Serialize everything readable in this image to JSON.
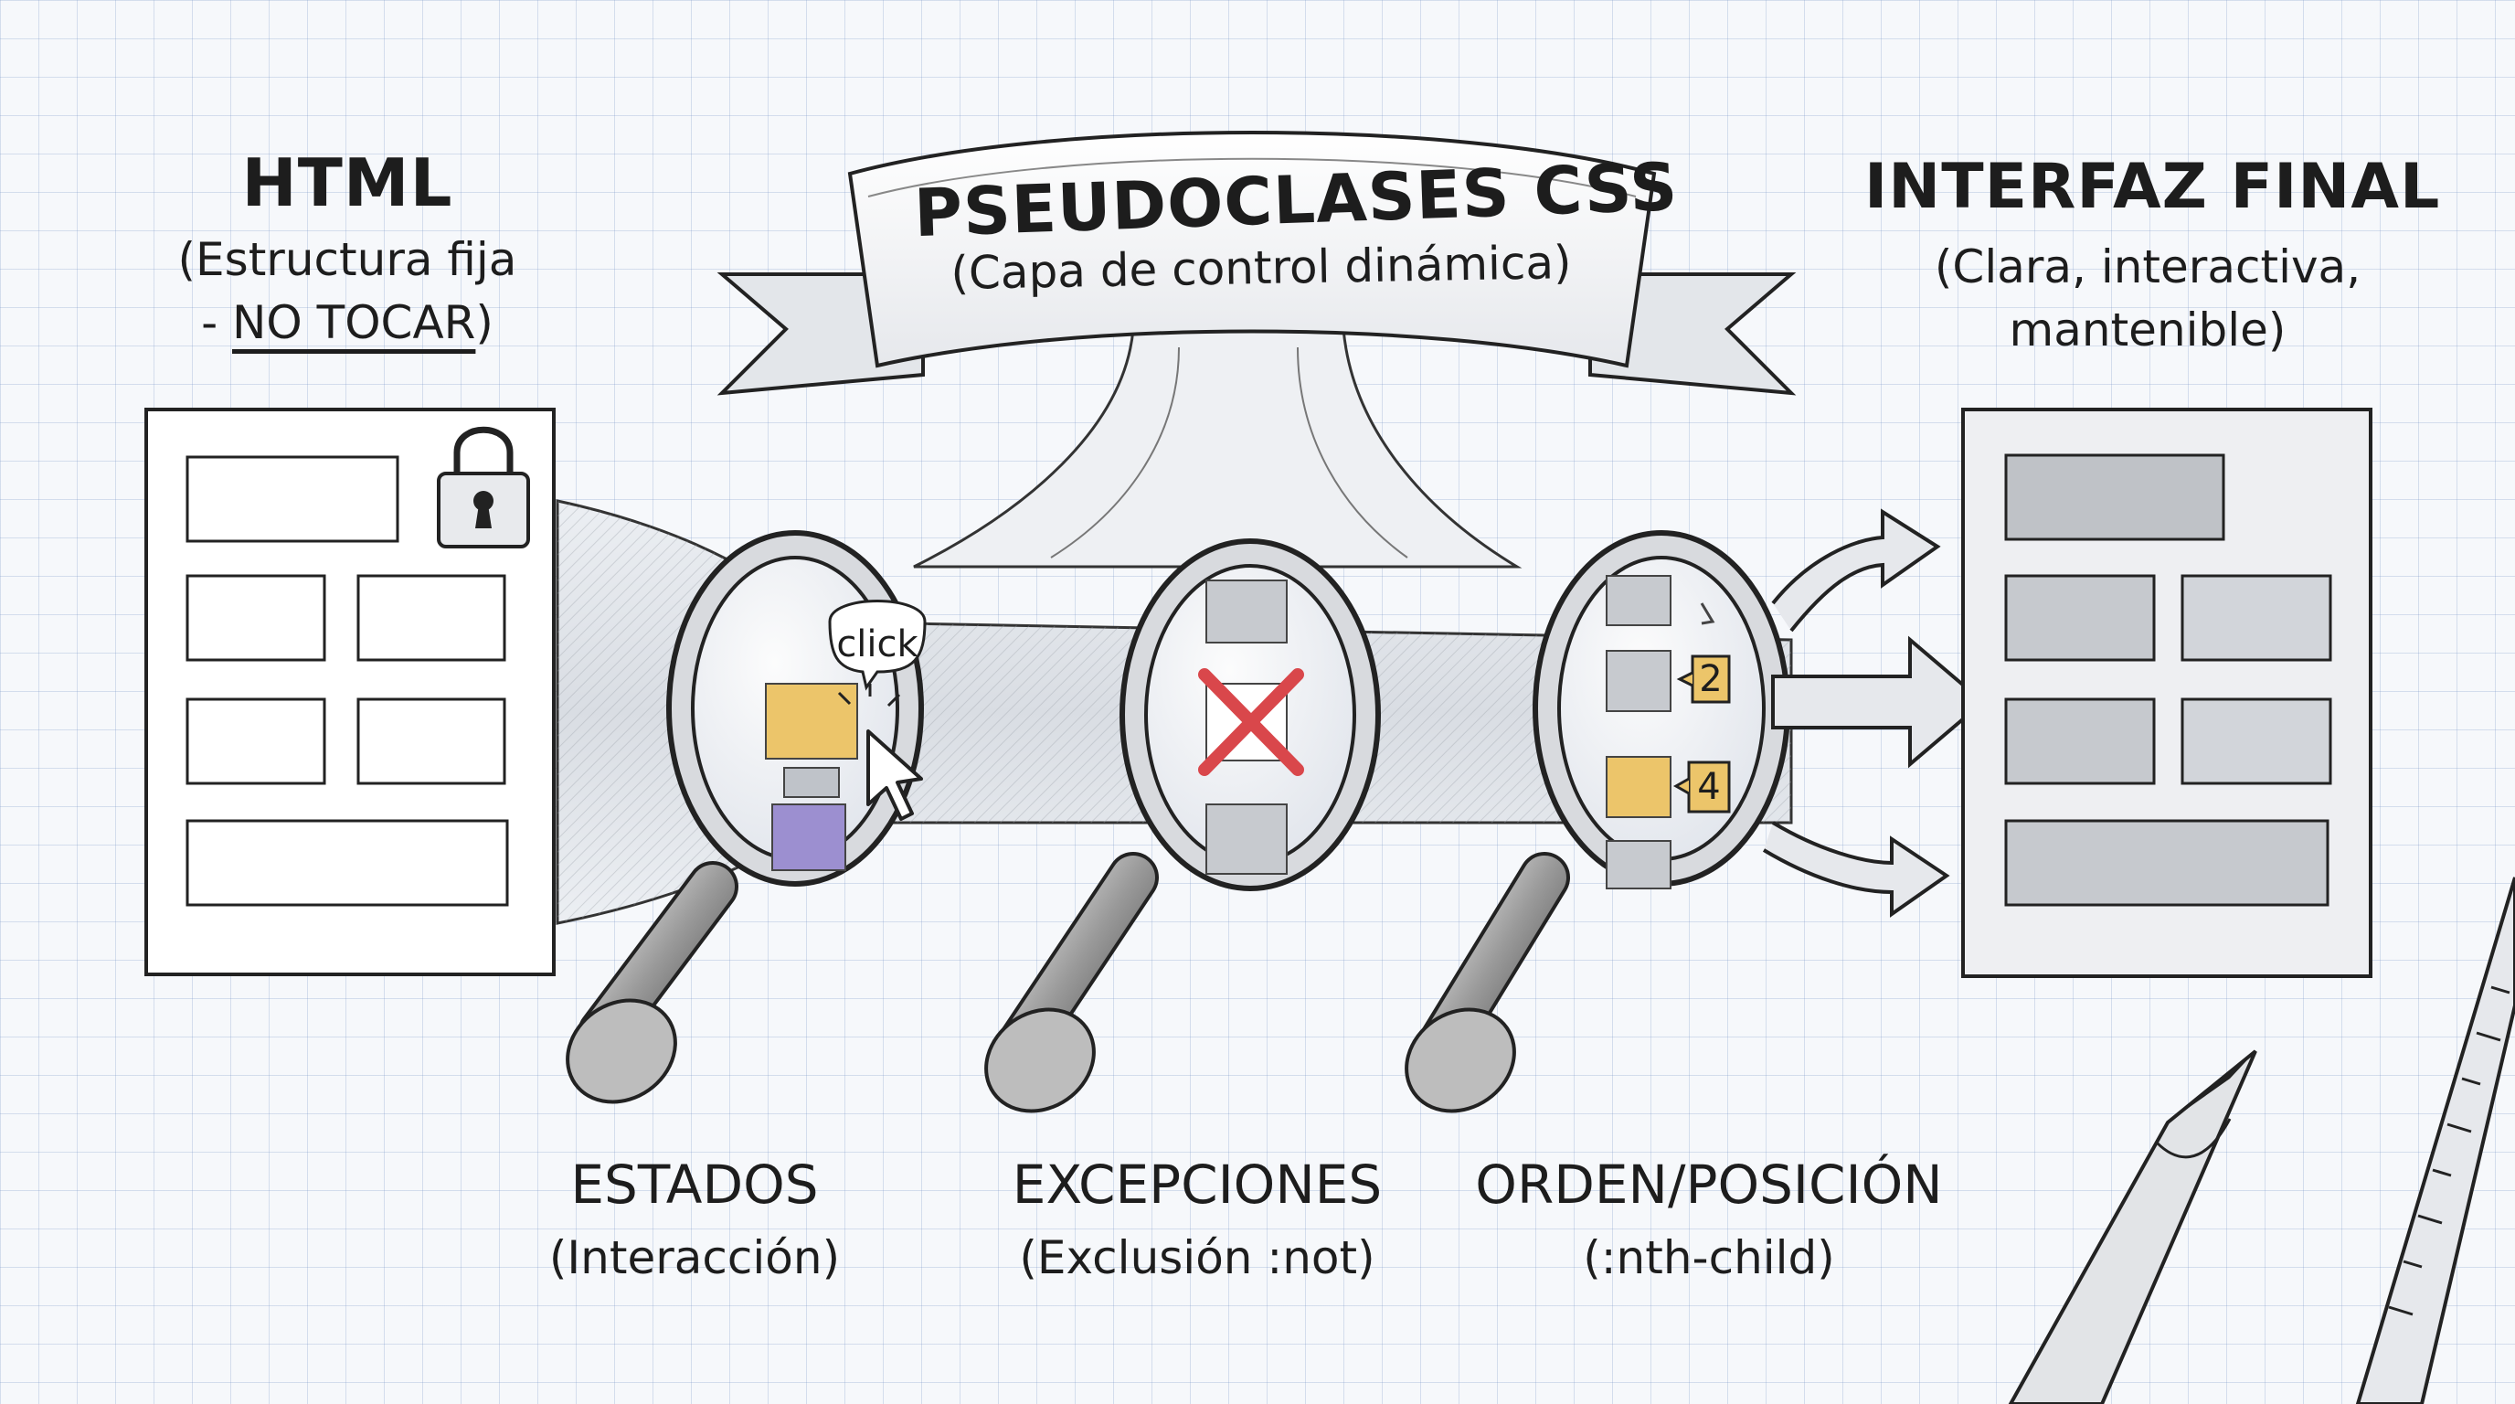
{
  "banner": {
    "title": "PSEUDOCLASES CSS",
    "subtitle": "(Capa de control dinámica)"
  },
  "html_side": {
    "title": "HTML",
    "subtitle_line1": "(Estructura fija",
    "subtitle_line2_prefix": "- ",
    "subtitle_line2_emph": "NO TOCAR",
    "subtitle_line2_suffix": ")"
  },
  "output_side": {
    "title": "INTERFAZ FINAL",
    "subtitle_line1": "(Clara, interactiva,",
    "subtitle_line2": "mantenible)"
  },
  "lenses": [
    {
      "title": "ESTADOS",
      "subtitle": "(Interacción)",
      "bubble": "click"
    },
    {
      "title": "EXCEPCIONES",
      "subtitle": "(Exclusión :not)"
    },
    {
      "title": "ORDEN/POSICIÓN",
      "subtitle": "(:nth-child)",
      "badges": [
        "2",
        "4"
      ]
    }
  ],
  "colors": {
    "highlight_yellow": "#ecc56a",
    "highlight_purple": "#9c8fd0",
    "cross_red": "#d9474b",
    "ink": "#1d1d1d",
    "grid": "#a9bfdf"
  },
  "icons": [
    "lock-icon",
    "cursor-icon",
    "magnifier-icon",
    "arrow-icon",
    "pencil-icon",
    "ruler-icon",
    "x-mark-icon"
  ]
}
